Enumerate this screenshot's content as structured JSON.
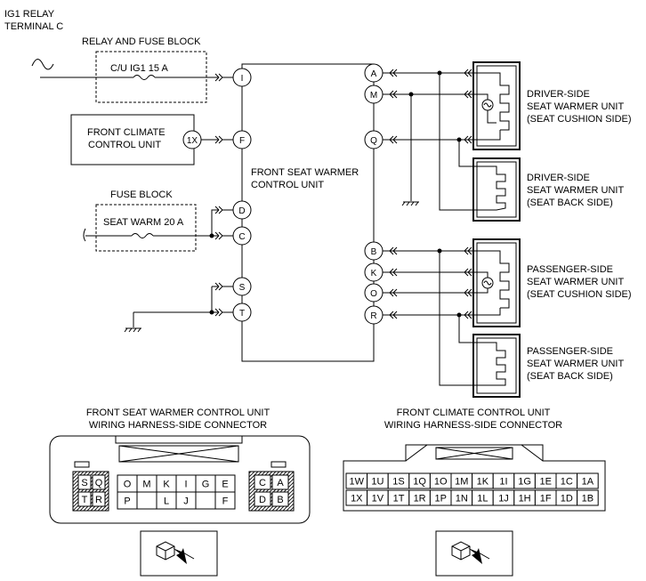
{
  "labels": {
    "ig1_relay_line1": "IG1 RELAY",
    "ig1_relay_line2": "TERMINAL C",
    "relay_fuse_block": "RELAY AND FUSE BLOCK",
    "cu_ig1_fuse": "C/U IG1 15 A",
    "front_climate_line1": "FRONT CLIMATE",
    "front_climate_line2": "CONTROL UNIT",
    "front_climate_pin": "1X",
    "fuse_block": "FUSE BLOCK",
    "seat_warm_fuse": "SEAT WARM 20 A",
    "control_unit_line1": "FRONT SEAT WARMER",
    "control_unit_line2": "CONTROL UNIT",
    "driver_cushion_line1": "DRIVER-SIDE",
    "driver_cushion_line2": "SEAT WARMER UNIT",
    "driver_cushion_line3": "(SEAT CUSHION SIDE)",
    "driver_back_line1": "DRIVER-SIDE",
    "driver_back_line2": "SEAT WARMER UNIT",
    "driver_back_line3": "(SEAT BACK SIDE)",
    "pass_cushion_line1": "PASSENGER-SIDE",
    "pass_cushion_line2": "SEAT WARMER UNIT",
    "pass_cushion_line3": "(SEAT CUSHION SIDE)",
    "pass_back_line1": "PASSENGER-SIDE",
    "pass_back_line2": "SEAT WARMER UNIT",
    "pass_back_line3": "(SEAT BACK SIDE)",
    "conn1_line1": "FRONT SEAT WARMER CONTROL UNIT",
    "conn1_line2": "WIRING HARNESS-SIDE CONNECTOR",
    "conn2_line1": "FRONT CLIMATE CONTROL UNIT",
    "conn2_line2": "WIRING HARNESS-SIDE CONNECTOR"
  },
  "terminals": {
    "left": [
      "I",
      "F",
      "D",
      "C",
      "S",
      "T"
    ],
    "right": [
      "A",
      "M",
      "Q",
      "B",
      "K",
      "O",
      "R"
    ]
  },
  "connector1": {
    "left_top": [
      "S",
      "Q"
    ],
    "left_bottom": [
      "T",
      "R"
    ],
    "mid_top": [
      "O",
      "M",
      "K",
      "I",
      "G",
      "E"
    ],
    "mid_bottom": [
      "P",
      "L",
      "J",
      "F"
    ],
    "right_top": [
      "C",
      "A"
    ],
    "right_bottom": [
      "D",
      "B"
    ]
  },
  "connector2": {
    "top": [
      "1W",
      "1U",
      "1S",
      "1Q",
      "1O",
      "1M",
      "1K",
      "1I",
      "1G",
      "1E",
      "1C",
      "1A"
    ],
    "bottom": [
      "1X",
      "1V",
      "1T",
      "1R",
      "1P",
      "1N",
      "1L",
      "1J",
      "1H",
      "1F",
      "1D",
      "1B"
    ]
  }
}
